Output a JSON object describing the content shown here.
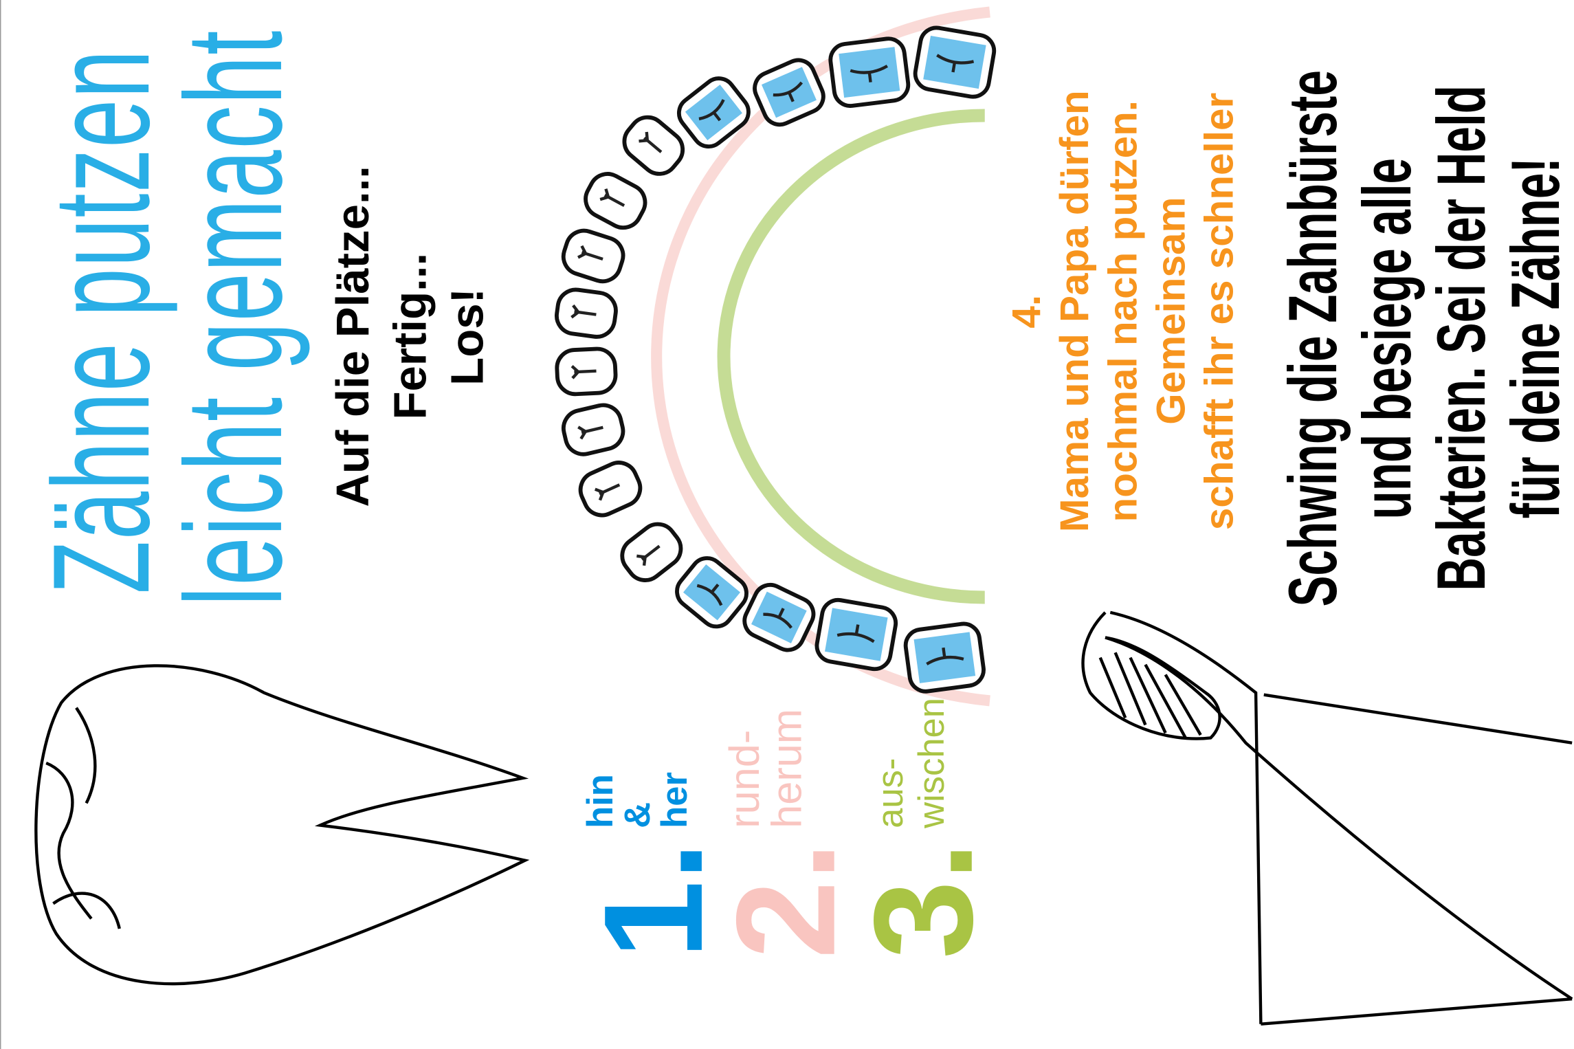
{
  "title": {
    "lines": [
      "Zähne putzen",
      "leicht gemacht"
    ],
    "color": "#29aee6"
  },
  "ready": {
    "lines": [
      "Auf die Plätze...",
      "Fertig...",
      "Los!"
    ]
  },
  "steps": [
    {
      "number": "1.",
      "lines": [
        "hin",
        "&",
        "her"
      ],
      "color": "#0090e0"
    },
    {
      "number": "2.",
      "lines": [
        "rund-",
        "herum"
      ],
      "color": "#f9c5c0"
    },
    {
      "number": "3.",
      "lines": [
        "aus-",
        "wischen"
      ],
      "color": "#a9c444"
    }
  ],
  "step4": {
    "lines": [
      "4.",
      "Mama und Papa dürfen",
      "nochmal nach putzen.",
      "Gemeinsam",
      "schafft ihr es schneller"
    ],
    "color": "#f7941d"
  },
  "hero": {
    "lines": [
      "Schwing die Zahnbürste",
      "und besiege alle",
      "Bakterien. Sei der Held",
      "für deine Zähne!"
    ]
  },
  "colors": {
    "molar_fill": "#6ec1ec",
    "outer_arc": "#f9d6d3",
    "inner_arc": "#c5dc95"
  }
}
